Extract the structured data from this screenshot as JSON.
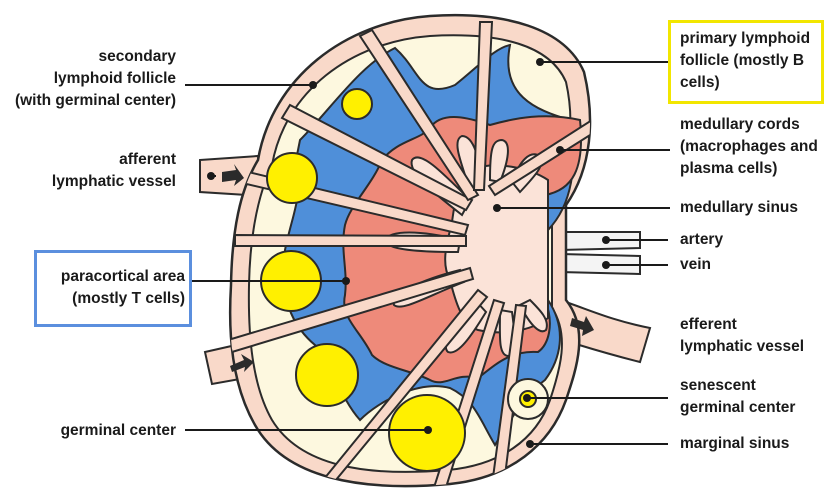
{
  "labels": {
    "secondary_follicle": [
      "secondary",
      "lymphoid follicle",
      "(with germinal center)"
    ],
    "afferent_vessel": [
      "afferent",
      "lymphatic vessel"
    ],
    "paracortical_area": [
      "paracortical area",
      "(mostly T cells)"
    ],
    "germinal_center": [
      "germinal center"
    ],
    "primary_follicle": [
      "primary lymphoid",
      "follicle (mostly B",
      "cells)"
    ],
    "medullary_cords": [
      "medullary cords",
      "(macrophages and",
      "plasma cells)"
    ],
    "medullary_sinus": [
      "medullary sinus"
    ],
    "artery": [
      "artery"
    ],
    "vein": [
      "vein"
    ],
    "efferent_vessel": [
      "efferent",
      "lymphatic vessel"
    ],
    "senescent_center": [
      "senescent",
      "germinal center"
    ],
    "marginal_sinus": [
      "marginal sinus"
    ]
  },
  "colors": {
    "capsule": "#f9d9c9",
    "outline": "#2b2b2b",
    "follicle": "#fdf8df",
    "paracortex": "#4f8fd9",
    "medullary_cords": "#ee8a7a",
    "medullary_sinus": "#fbe3d8",
    "germinal_center": "#fff000",
    "highlight_yellow": "#f2e600",
    "highlight_blue": "#5b8fde"
  }
}
